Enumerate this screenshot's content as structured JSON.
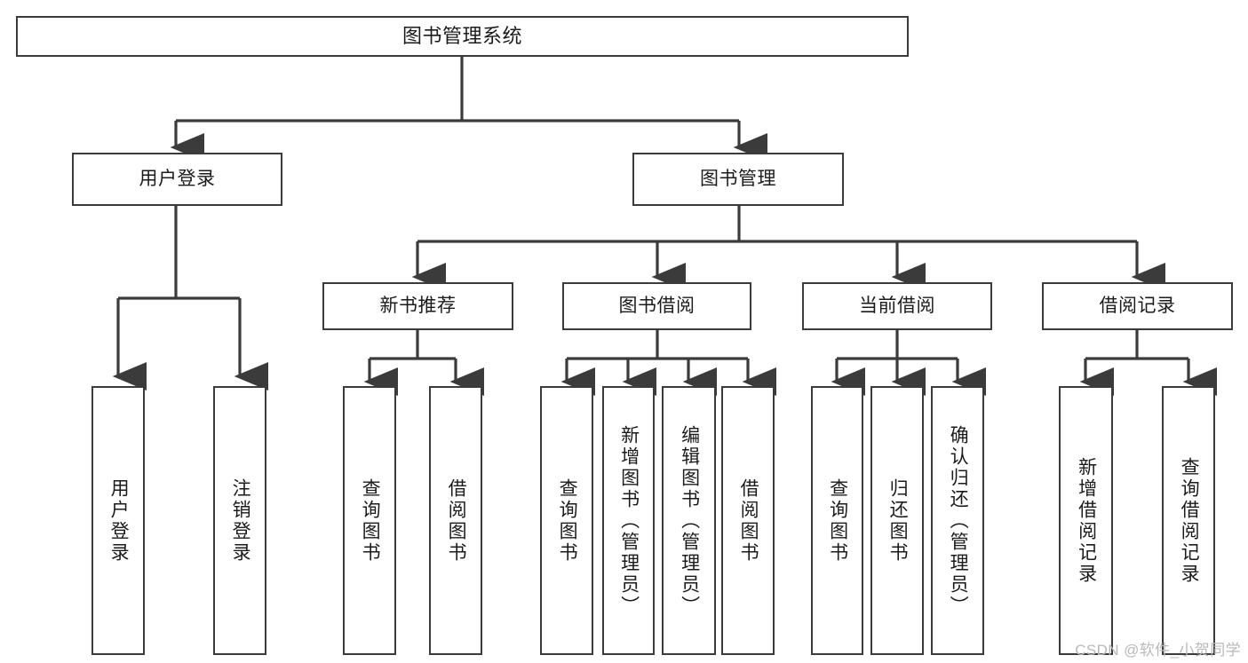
{
  "diagram": {
    "type": "tree-hierarchy-chart",
    "title": "图书管理系统",
    "stroke_color": "#3b3b3b",
    "fill_color": "#ffffff",
    "text_color": "#1b1b1b",
    "levels": 4
  },
  "root": {
    "label": "图书管理系统"
  },
  "level2": [
    {
      "label": "用户登录"
    },
    {
      "label": "图书管理"
    }
  ],
  "level3": [
    {
      "label": "新书推荐"
    },
    {
      "label": "图书借阅"
    },
    {
      "label": "当前借阅"
    },
    {
      "label": "借阅记录"
    }
  ],
  "leaves": {
    "user_login": [
      {
        "label": "用户登录"
      },
      {
        "label": "注销登录"
      }
    ],
    "new_book_recommend": [
      {
        "label": "查询图书"
      },
      {
        "label": "借阅图书"
      }
    ],
    "book_borrow": [
      {
        "label": "查询图书"
      },
      {
        "label": "新增图书（管理员）"
      },
      {
        "label": "编辑图书（管理员）"
      },
      {
        "label": "借阅图书"
      }
    ],
    "current_borrow": [
      {
        "label": "查询图书"
      },
      {
        "label": "归还图书"
      },
      {
        "label": "确认归还（管理员）"
      }
    ],
    "borrow_record": [
      {
        "label": "新增借阅记录"
      },
      {
        "label": "查询借阅记录"
      }
    ]
  },
  "watermark": {
    "text": "CSDN @软件_小贺同学"
  }
}
